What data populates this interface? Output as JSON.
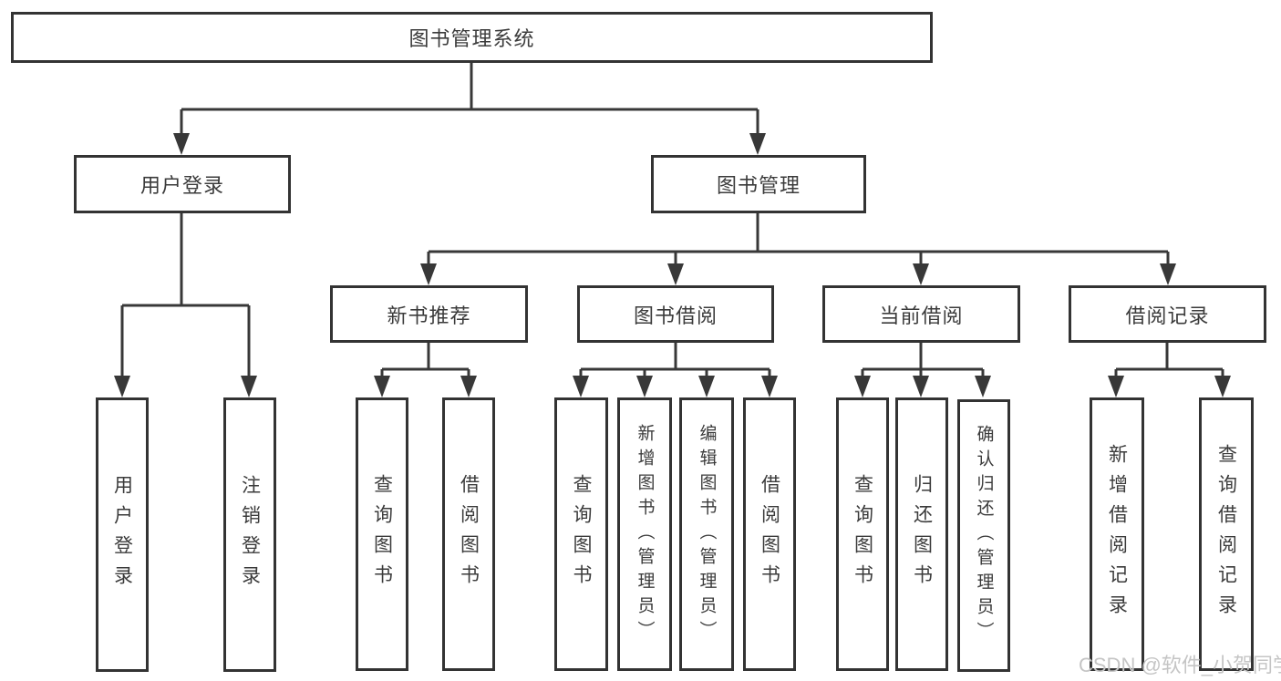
{
  "diagram_title": "图书管理系统",
  "colors": {
    "line": "#383838",
    "border": "#333333",
    "text": "#3b3b3b",
    "background": "#ffffff",
    "watermark": "#c5c5c5"
  },
  "watermark": {
    "text": "CSDN @软件_小贺同学"
  },
  "tree": {
    "root": {
      "label": "图书管理系统"
    },
    "branches": [
      {
        "label": "用户登录",
        "children": [
          {
            "label": "用户登录"
          },
          {
            "label": "注销登录"
          }
        ]
      },
      {
        "label": "图书管理",
        "children": [
          {
            "label": "新书推荐",
            "children": [
              {
                "label": "查询图书"
              },
              {
                "label": "借阅图书"
              }
            ]
          },
          {
            "label": "图书借阅",
            "children": [
              {
                "label": "查询图书"
              },
              {
                "label": "新增图书（管理员）"
              },
              {
                "label": "编辑图书（管理员）"
              },
              {
                "label": "借阅图书"
              }
            ]
          },
          {
            "label": "当前借阅",
            "children": [
              {
                "label": "查询图书"
              },
              {
                "label": "归还图书"
              },
              {
                "label": "确认归还（管理员）"
              }
            ]
          },
          {
            "label": "借阅记录",
            "children": [
              {
                "label": "新增借阅记录"
              },
              {
                "label": "查询借阅记录"
              }
            ]
          }
        ]
      }
    ]
  }
}
